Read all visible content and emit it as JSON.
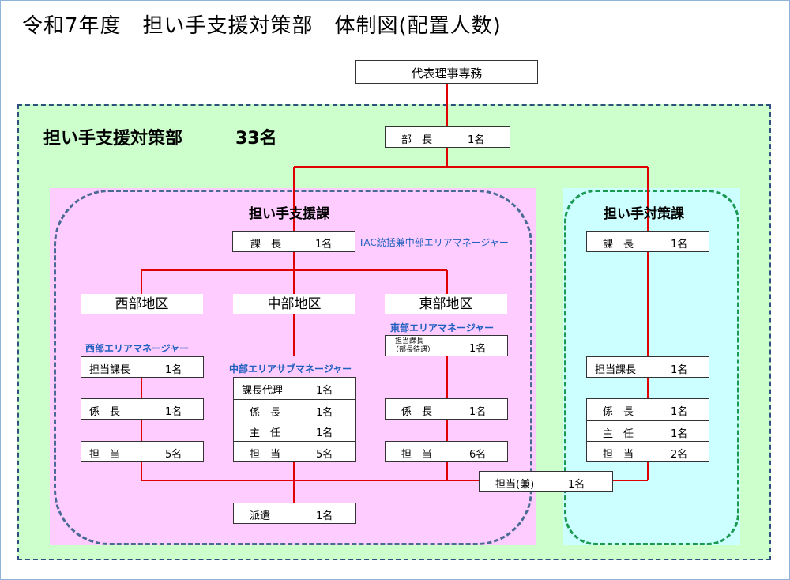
{
  "title": "令和7年度　担い手支援対策部　体制図(配置人数)",
  "top_office": "代表理事専務",
  "department": {
    "name": "担い手支援対策部",
    "count": "33名",
    "head": {
      "label": "部　長",
      "count": "1名"
    }
  },
  "section1": {
    "name": "担い手支援課",
    "chief": {
      "label": "課　長",
      "count": "1名"
    },
    "chief_note": "TAC統括兼中部エリアマネージャー",
    "west": {
      "name": "西部地区",
      "manager": "西部エリアマネージャー",
      "rows": [
        {
          "label": "担当課長",
          "count": "1名"
        },
        {
          "label": "係　長",
          "count": "1名"
        },
        {
          "label": "担　当",
          "count": "5名"
        }
      ]
    },
    "central": {
      "name": "中部地区",
      "manager": "中部エリアサブマネージャー",
      "rows": [
        {
          "label": "課長代理",
          "count": "1名"
        },
        {
          "label": "係　長",
          "count": "1名"
        },
        {
          "label": "主　任",
          "count": "1名"
        },
        {
          "label": "担　当",
          "count": "5名"
        }
      ],
      "dispatch": {
        "label": "派遣",
        "count": "1名"
      }
    },
    "east": {
      "name": "東部地区",
      "manager": "東部エリアマネージャー",
      "top_label_1": "担当課長",
      "top_label_2": "（部長待遇）",
      "top_count": "1名",
      "rows": [
        {
          "label": "係　長",
          "count": "1名"
        },
        {
          "label": "担　当",
          "count": "6名"
        }
      ]
    }
  },
  "section2": {
    "name": "担い手対策課",
    "chief": {
      "label": "課　長",
      "count": "1名"
    },
    "asst": {
      "label": "担当課長",
      "count": "1名"
    },
    "rows": [
      {
        "label": "係　長",
        "count": "1名"
      },
      {
        "label": "主　任",
        "count": "1名"
      },
      {
        "label": "担　当",
        "count": "2名"
      }
    ]
  },
  "concurrent": {
    "label": "担当(兼)",
    "count": "1名"
  },
  "colors": {
    "line": "#e00000",
    "dept_bg": "#ccffcc",
    "sec1_bg": "#ffccff",
    "sec2_bg": "#ccffff",
    "note": "#1f5fbf"
  }
}
